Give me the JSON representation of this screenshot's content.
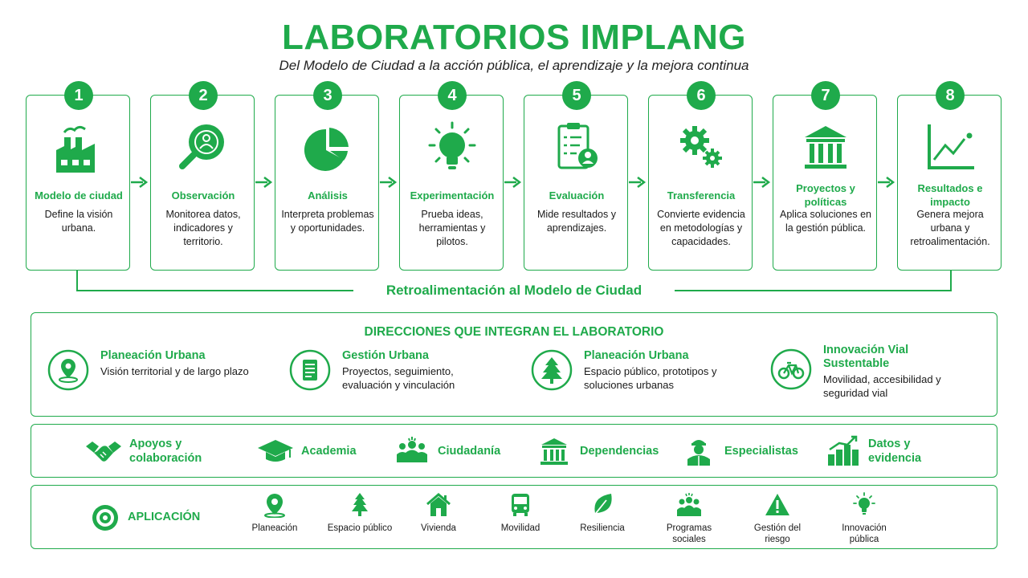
{
  "title": "LABORATORIOS IMPLANG",
  "subtitle": "Del Modelo de Ciudad a la acción pública, el aprendizaje y la mejora continua",
  "accent_color": "#1faa4b",
  "steps": [
    {
      "num": "1",
      "title": "Modelo de ciudad",
      "desc": "Define la visión urbana.",
      "icon": "factory-icon"
    },
    {
      "num": "2",
      "title": "Observación",
      "desc": "Monitorea datos, indicadores y territorio.",
      "icon": "magnifier-person-icon"
    },
    {
      "num": "3",
      "title": "Análisis",
      "desc": "Interpreta problemas y oportunidades.",
      "icon": "pie-chart-icon"
    },
    {
      "num": "4",
      "title": "Experimentación",
      "desc": "Prueba ideas, herramientas y pilotos.",
      "icon": "lightbulb-icon"
    },
    {
      "num": "5",
      "title": "Evaluación",
      "desc": "Mide resultados y aprendizajes.",
      "icon": "clipboard-icon"
    },
    {
      "num": "6",
      "title": "Transferencia",
      "desc": "Convierte evidencia en metodologías y capacidades.",
      "icon": "gears-icon"
    },
    {
      "num": "7",
      "title": "Proyectos y políticas",
      "desc": "Aplica soluciones en la gestión pública.",
      "icon": "building-icon"
    },
    {
      "num": "8",
      "title": "Resultados e impacto",
      "desc": "Genera mejora urbana y retroalimentación.",
      "icon": "line-chart-icon"
    }
  ],
  "feedback": "Retroalimentación al Modelo de Ciudad",
  "directions": {
    "title": "DIRECCIONES QUE INTEGRAN EL LABORATORIO",
    "items": [
      {
        "name": "Planeación Urbana",
        "desc": "Visión territorial y de largo plazo",
        "icon": "map-pin-icon"
      },
      {
        "name": "Gestión Urbana",
        "desc": "Proyectos, seguimiento, evaluación y vinculación",
        "icon": "document-icon"
      },
      {
        "name": "Planeación Urbana",
        "desc": "Espacio público, prototipos y soluciones urbanas",
        "icon": "tree-icon"
      },
      {
        "name": "Innovación Vial Sustentable",
        "desc": "Movilidad, accesibilidad y seguridad vial",
        "icon": "bicycle-icon"
      }
    ]
  },
  "supports": [
    {
      "label": "Apoyos y colaboración",
      "icon": "handshake-icon"
    },
    {
      "label": "Academia",
      "icon": "graduation-cap-icon"
    },
    {
      "label": "Ciudadanía",
      "icon": "people-icon"
    },
    {
      "label": "Dependencias",
      "icon": "government-icon"
    },
    {
      "label": "Especialistas",
      "icon": "specialist-icon"
    },
    {
      "label": "Datos y evidencia",
      "icon": "bar-chart-icon"
    }
  ],
  "application": {
    "label": "APLICACIÓN",
    "items": [
      {
        "label": "Planeación",
        "icon": "map-pin-icon"
      },
      {
        "label": "Espacio público",
        "icon": "tree-icon"
      },
      {
        "label": "Vivienda",
        "icon": "house-icon"
      },
      {
        "label": "Movilidad",
        "icon": "bus-icon"
      },
      {
        "label": "Resiliencia",
        "icon": "leaf-icon"
      },
      {
        "label": "Programas sociales",
        "icon": "people-icon"
      },
      {
        "label": "Gestión del riesgo",
        "icon": "warning-icon"
      },
      {
        "label": "Innovación pública",
        "icon": "lightbulb-icon"
      }
    ]
  }
}
